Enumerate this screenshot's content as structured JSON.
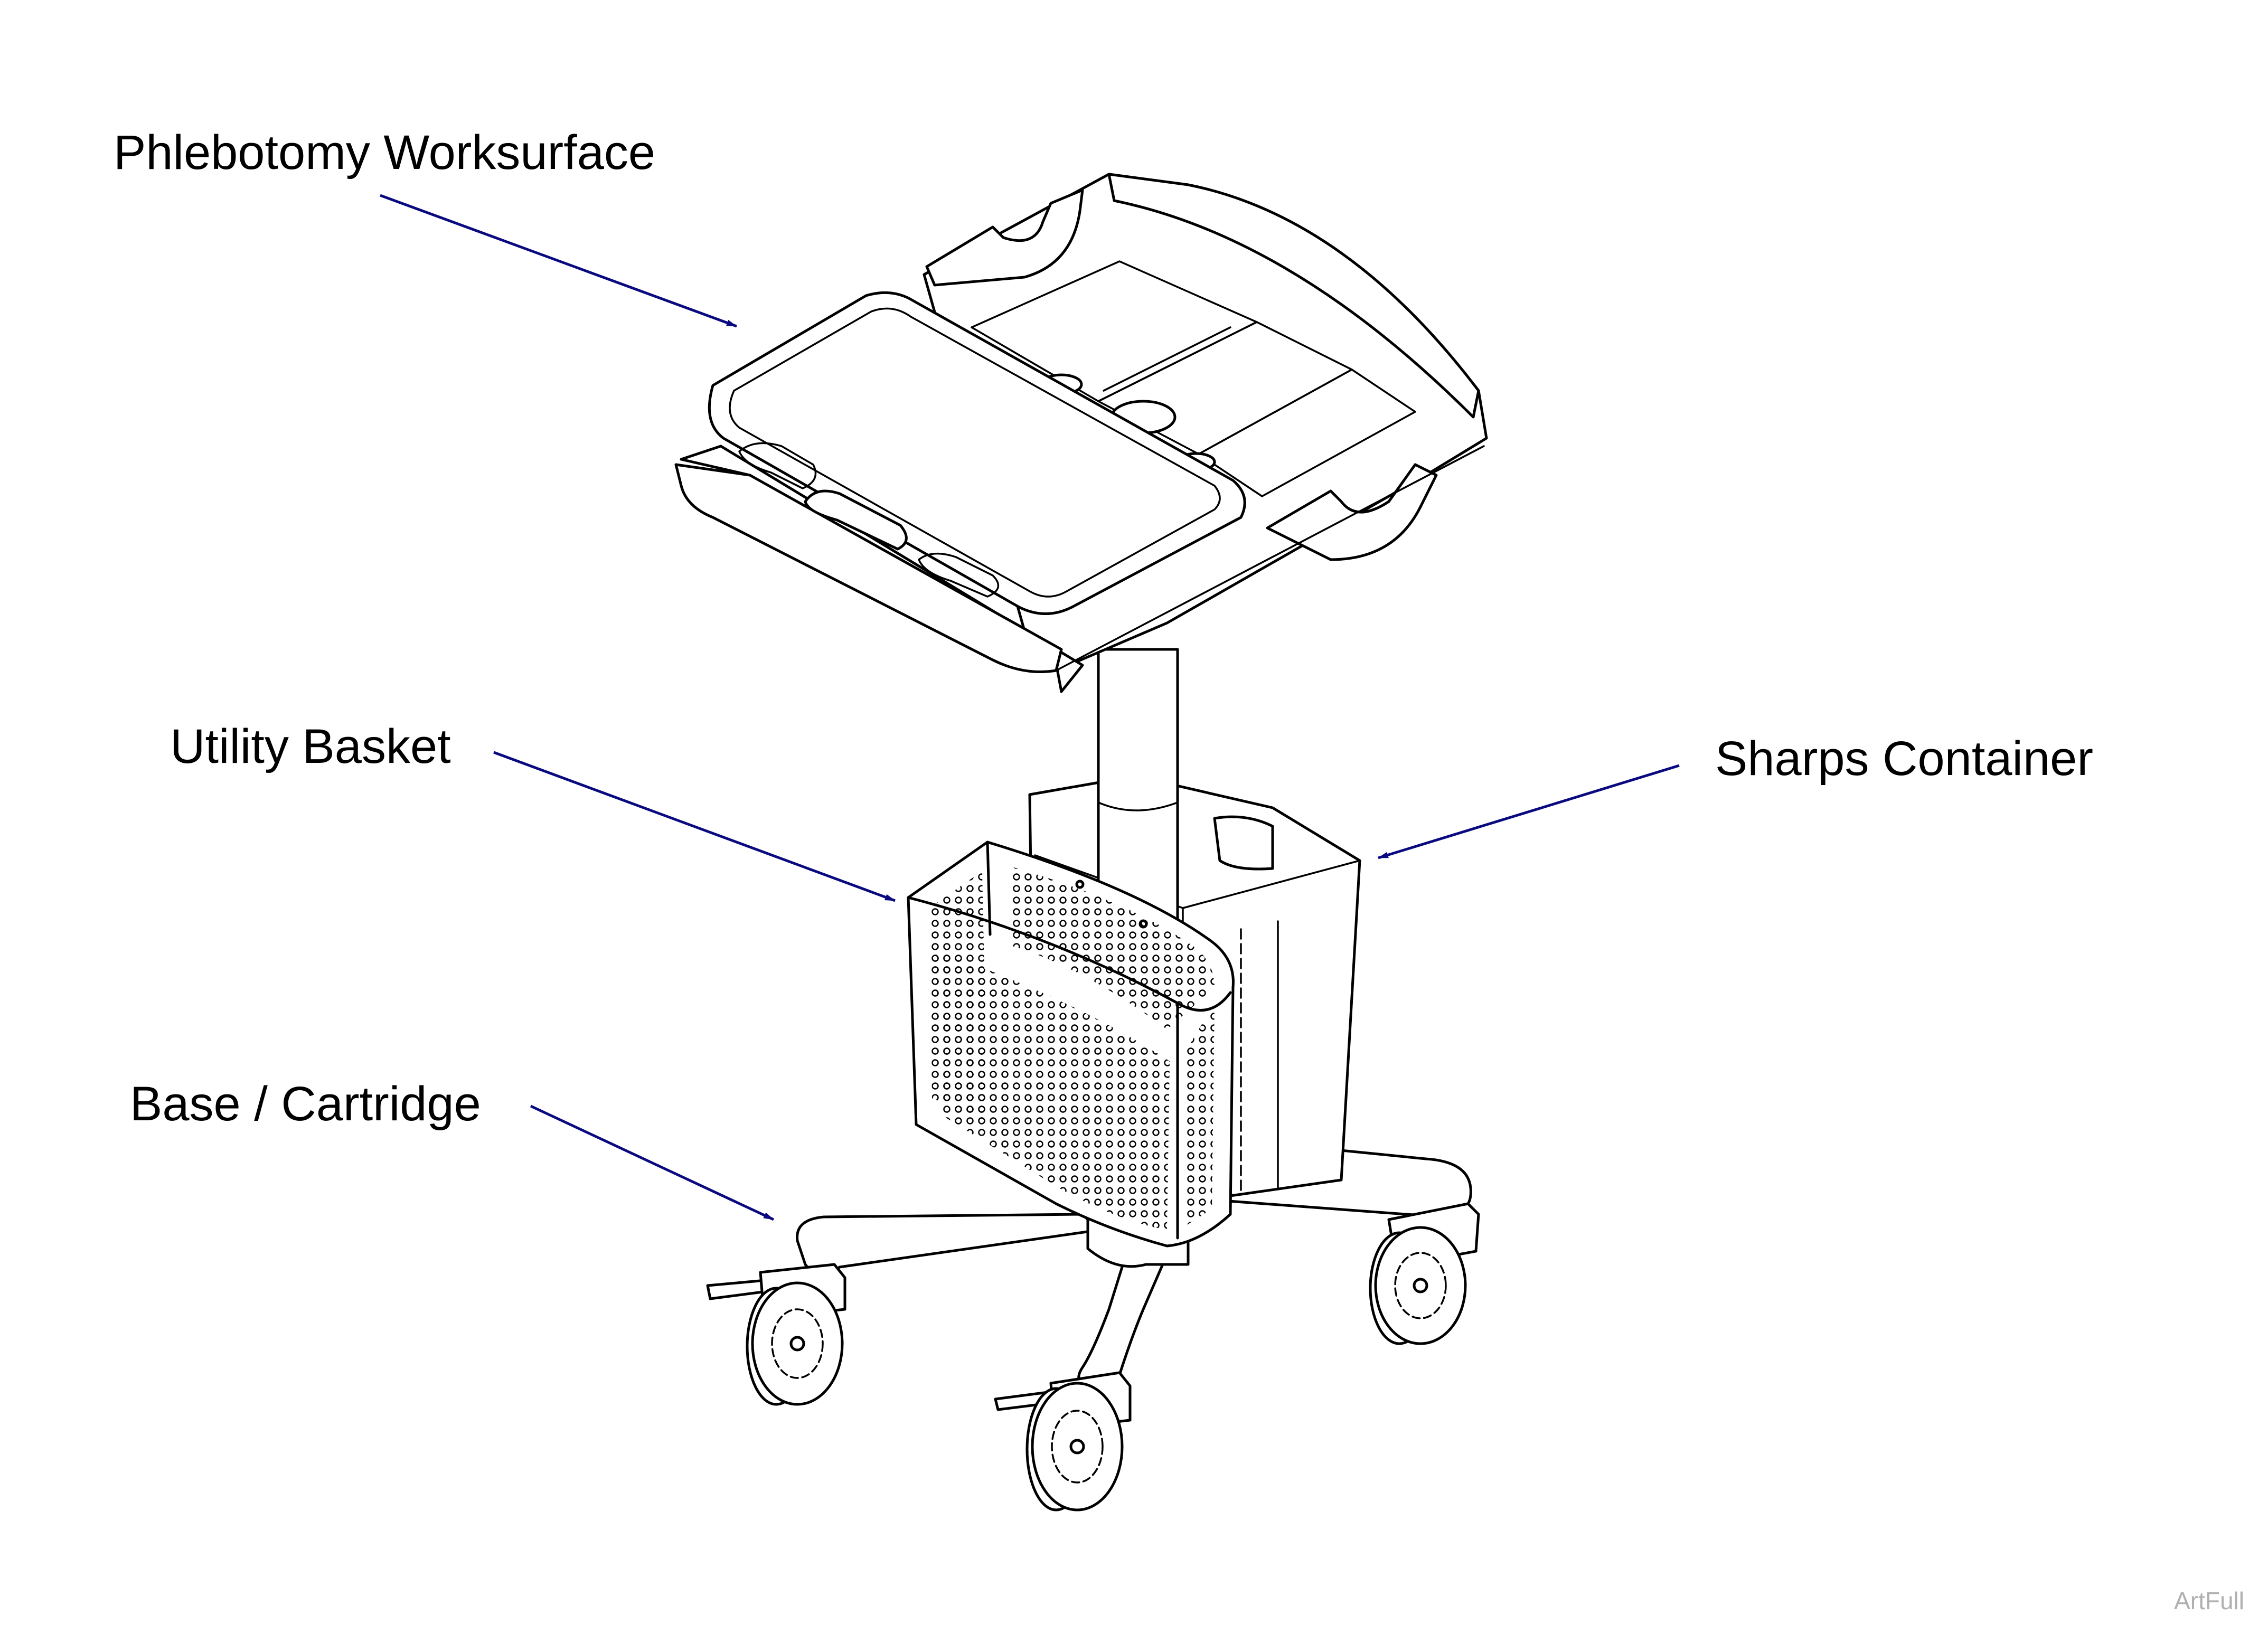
{
  "callouts": [
    {
      "id": "worksurface",
      "label": "Phlebotomy Worksurface"
    },
    {
      "id": "basket",
      "label": "Utility Basket"
    },
    {
      "id": "sharps",
      "label": "Sharps Container"
    },
    {
      "id": "base",
      "label": "Base / Cartridge"
    }
  ],
  "watermark": "ArtFull",
  "colors": {
    "leader": "#0a0a80",
    "line_art": "#000000",
    "watermark": "#b0b0b0"
  }
}
